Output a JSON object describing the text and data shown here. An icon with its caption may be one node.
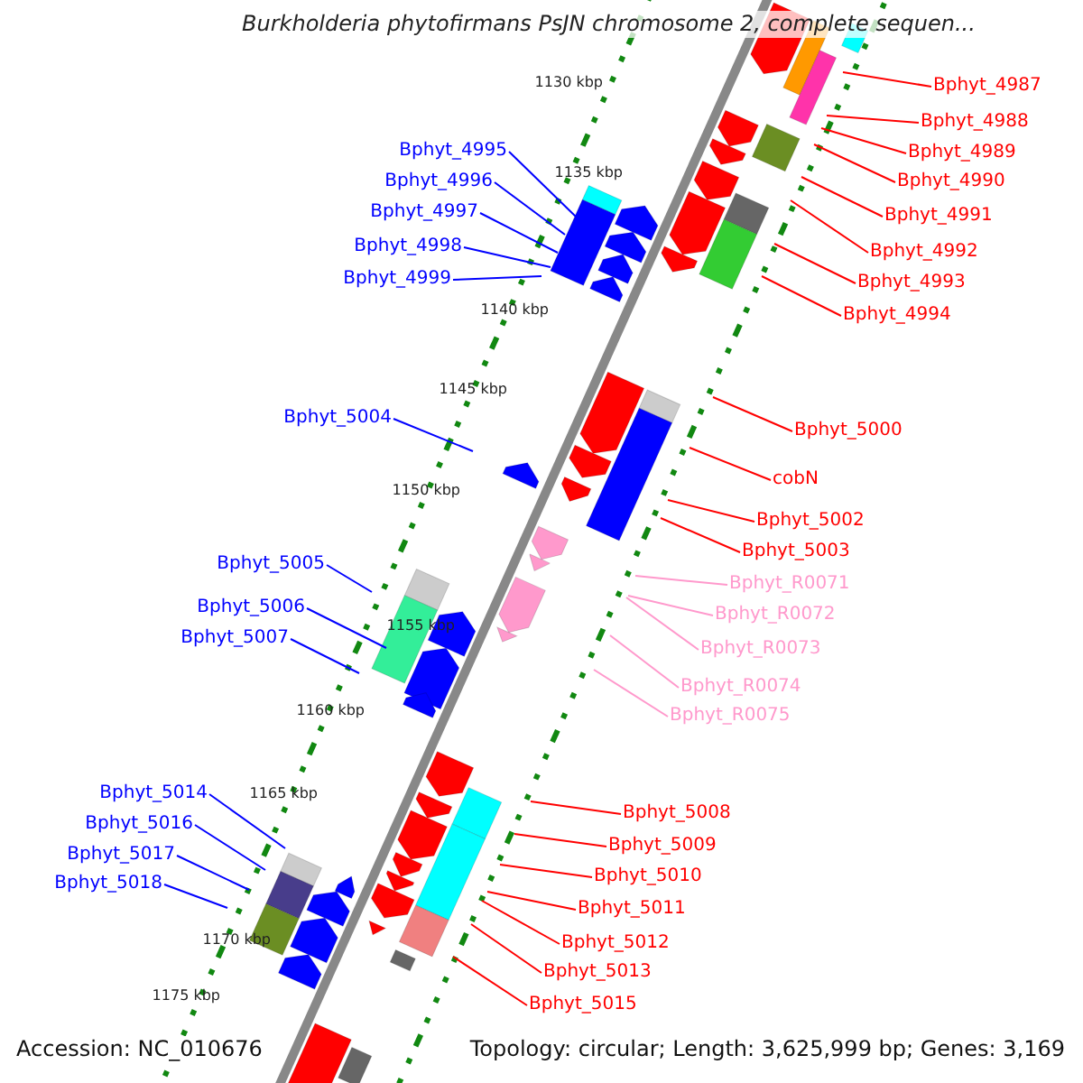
{
  "diagram": {
    "title": "Burkholderia phytofirmans PsJN chromosome 2, complete sequen...",
    "nodes": [
      {
        "text": [
          "Bphyt_4987"
        ]
      },
      {
        "text": [
          "Bphyt_4988"
        ]
      },
      {
        "text": [
          "Bphyt_4995"
        ]
      },
      {
        "text": [
          "Bphyt_4989"
        ]
      },
      {
        "text": [
          "Bphyt_4990"
        ]
      },
      {
        "text": [
          "Bphyt_4996"
        ]
      },
      {
        "text": [
          "Bphyt_4997"
        ]
      },
      {
        "text": [
          "Bphyt_4991"
        ]
      },
      {
        "text": [
          "Bphyt_4998"
        ]
      },
      {
        "text": [
          "Bphyt_4992"
        ]
      },
      {
        "text": [
          "Bphyt_4999"
        ]
      },
      {
        "text": [
          "Bphyt_4993"
        ]
      },
      {
        "text": [
          "Bphyt_4994"
        ]
      },
      {
        "text": [
          "Bphyt_5004"
        ]
      },
      {
        "text": [
          "Bphyt_5000"
        ]
      },
      {
        "text": [
          "cobN"
        ]
      },
      {
        "text": [
          "Bphyt_5002"
        ]
      },
      {
        "text": [
          "Bphyt_5003"
        ]
      },
      {
        "text": [
          "Bphyt_5005"
        ]
      },
      {
        "text": [
          "Bphyt_R0071"
        ]
      },
      {
        "text": [
          "Bphyt_5006"
        ]
      },
      {
        "text": [
          "Bphyt_R0072"
        ]
      },
      {
        "text": [
          "Bphyt_5007"
        ]
      },
      {
        "text": [
          "Bphyt_R0073"
        ]
      },
      {
        "text": [
          "Bphyt_R0074"
        ]
      },
      {
        "text": [
          "Bphyt_R0075"
        ]
      },
      {
        "text": [
          "Bphyt_5014"
        ]
      },
      {
        "text": [
          "Bphyt_5008"
        ]
      },
      {
        "text": [
          "Bphyt_5016"
        ]
      },
      {
        "text": [
          "Bphyt_5009"
        ]
      },
      {
        "text": [
          "Bphyt_5017"
        ]
      },
      {
        "text": [
          "Bphyt_5010"
        ]
      },
      {
        "text": [
          "Bphyt_5018"
        ]
      },
      {
        "text": [
          "Bphyt_5011"
        ]
      },
      {
        "text": [
          "Bphyt_5012"
        ]
      },
      {
        "text": [
          "Bphyt_5013"
        ]
      },
      {
        "text": [
          "Bphyt_5015"
        ]
      }
    ],
    "edges": [
      {
        "from": 0,
        "to": null,
        "arrow": "none"
      },
      {
        "from": 1,
        "to": null,
        "arrow": "none"
      },
      {
        "from": 2,
        "to": null,
        "arrow": "none",
        "color": "#0000ff"
      },
      {
        "from": 3,
        "to": null,
        "arrow": "none"
      },
      {
        "from": 4,
        "to": null,
        "arrow": "none"
      },
      {
        "from": 5,
        "to": null,
        "arrow": "none",
        "color": "#0000ff"
      },
      {
        "from": 6,
        "to": null,
        "arrow": "none",
        "color": "#0000ff"
      },
      {
        "from": 7,
        "to": null,
        "arrow": "none"
      },
      {
        "from": 8,
        "to": null,
        "arrow": "none",
        "color": "#0000ff"
      },
      {
        "from": 9,
        "to": null,
        "arrow": "none"
      },
      {
        "from": 10,
        "to": null,
        "arrow": "none",
        "color": "#0000ff"
      },
      {
        "from": 11,
        "to": null,
        "arrow": "none"
      },
      {
        "from": 12,
        "to": null,
        "arrow": "none"
      },
      {
        "from": 13,
        "to": null,
        "arrow": "none",
        "color": "#0000ff"
      },
      {
        "from": 14,
        "to": null,
        "arrow": "none"
      },
      {
        "from": 15,
        "to": null,
        "arrow": "none"
      },
      {
        "from": 16,
        "to": null,
        "arrow": "none"
      },
      {
        "from": 17,
        "to": null,
        "arrow": "none"
      },
      {
        "from": 18,
        "to": null,
        "arrow": "none",
        "color": "#0000ff"
      },
      {
        "from": 19,
        "to": null,
        "arrow": "none",
        "color": "#ff99cc"
      },
      {
        "from": 20,
        "to": null,
        "arrow": "none",
        "color": "#0000ff"
      },
      {
        "from": 21,
        "to": null,
        "arrow": "none",
        "color": "#ff99cc"
      },
      {
        "from": 22,
        "to": null,
        "arrow": "none",
        "color": "#0000ff"
      },
      {
        "from": 23,
        "to": null,
        "arrow": "none",
        "color": "#ff99cc"
      },
      {
        "from": 24,
        "to": null,
        "arrow": "none",
        "color": "#ff99cc"
      },
      {
        "from": 25,
        "to": null,
        "arrow": "none",
        "color": "#ff99cc"
      },
      {
        "from": 26,
        "to": null,
        "arrow": "none",
        "color": "#0000ff"
      },
      {
        "from": 27,
        "to": null,
        "arrow": "none"
      },
      {
        "from": 28,
        "to": null,
        "arrow": "none",
        "color": "#0000ff"
      },
      {
        "from": 29,
        "to": null,
        "arrow": "none"
      },
      {
        "from": 30,
        "to": null,
        "arrow": "none",
        "color": "#0000ff"
      },
      {
        "from": 31,
        "to": null,
        "arrow": "none"
      },
      {
        "from": 32,
        "to": null,
        "arrow": "none",
        "color": "#0000ff"
      },
      {
        "from": 33,
        "to": null,
        "arrow": "none"
      },
      {
        "from": 34,
        "to": null,
        "arrow": "none"
      },
      {
        "from": 35,
        "to": null,
        "arrow": "none"
      },
      {
        "from": 36,
        "to": null,
        "arrow": "none"
      }
    ],
    "labels": [
      "1130 kbp",
      "1135 kbp",
      "1140 kbp",
      "1145 kbp",
      "1150 kbp",
      "1155 kbp",
      "1160 kbp",
      "1165 kbp",
      "1170 kbp",
      "1175 kbp",
      "Accession: NC_010676",
      "Topology: circular; Length: 3,625,999 bp; Genes: 3,169"
    ]
  }
}
